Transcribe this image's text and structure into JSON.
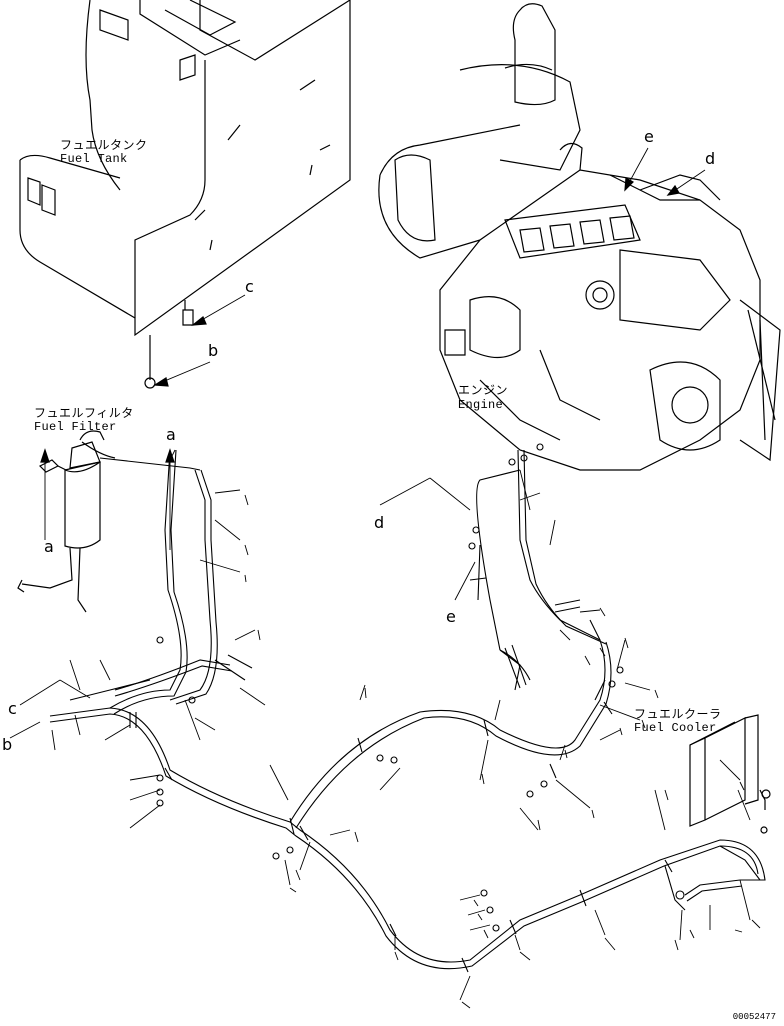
{
  "labels": {
    "fuel_tank_jp": "フュエルタンク",
    "fuel_tank_en": "Fuel Tank",
    "engine_jp": "エンジン",
    "engine_en": "Engine",
    "fuel_filter_jp": "フュエルフィルタ",
    "fuel_filter_en": "Fuel Filter",
    "fuel_cooler_jp": "フュエルクーラ",
    "fuel_cooler_en": "Fuel Cooler"
  },
  "callouts": {
    "a_top": "a",
    "a_bottom": "a",
    "b_tank": "b",
    "b_left": "b",
    "c_tank": "c",
    "c_left": "c",
    "d_engine": "d",
    "d_lines": "d",
    "e_engine": "e",
    "e_lines": "e"
  },
  "doc_id": "00052477"
}
